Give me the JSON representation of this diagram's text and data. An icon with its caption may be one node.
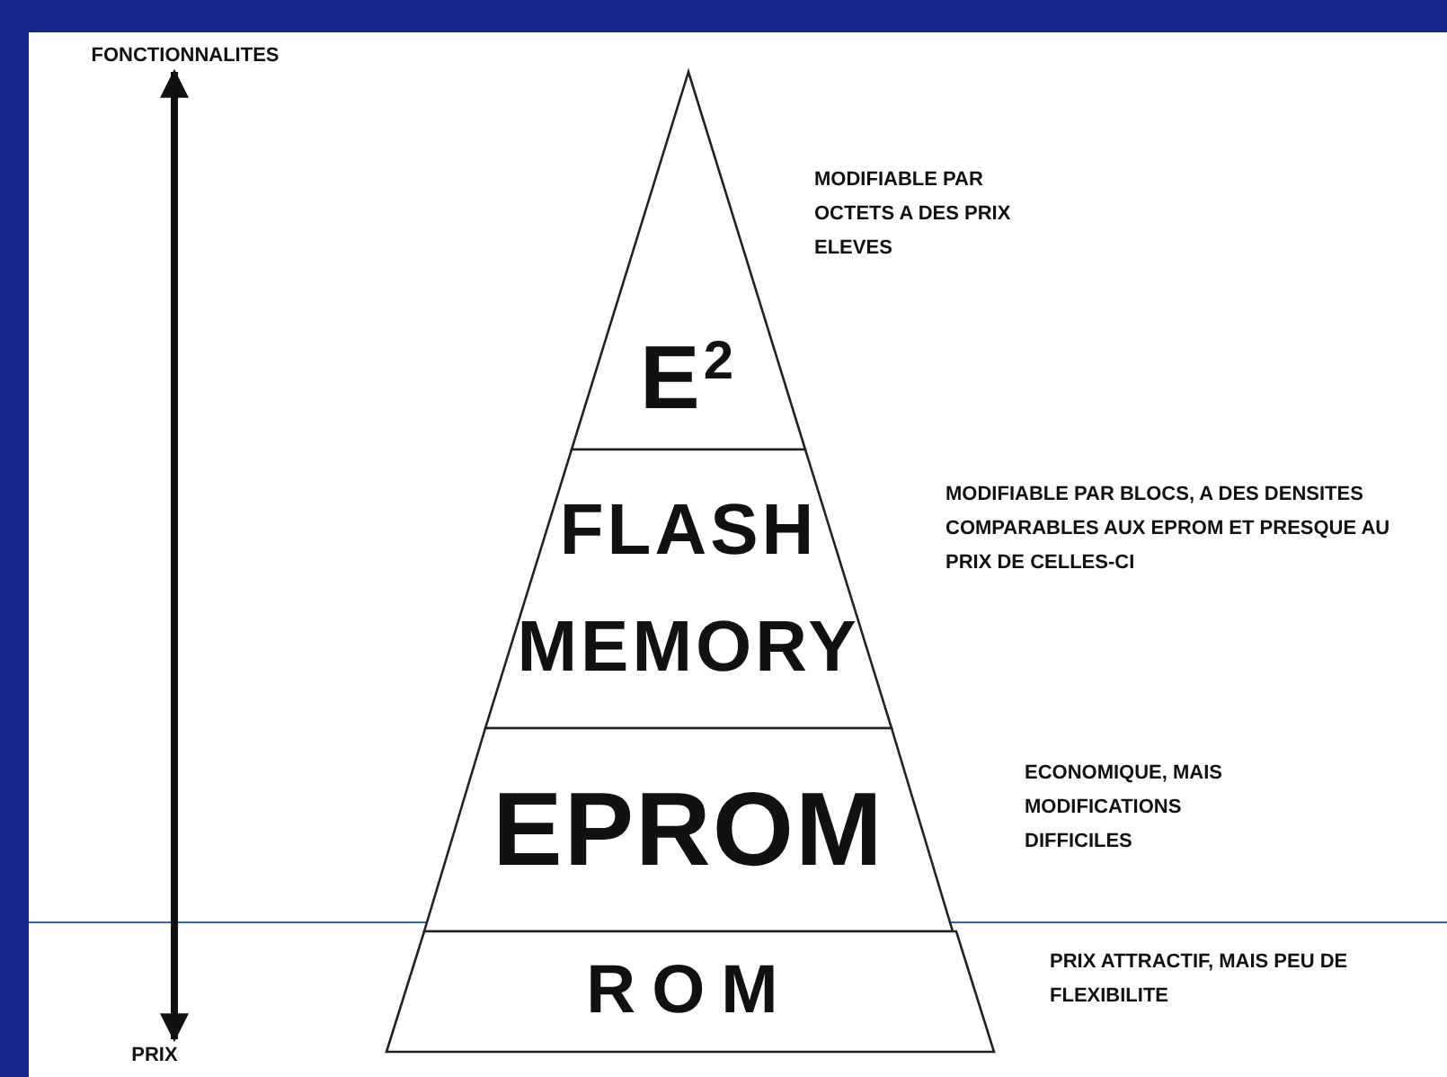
{
  "diagram": {
    "nodes": [
      {
        "text": [
          "E$^{2}$"
        ],
        "beside": [
          "MODIFIABLE PAR OCTETS A DES PRIX ELEVES"
        ]
      },
      {
        "text": [
          "FLASH MEMORY"
        ],
        "beside": [
          "MODIFIABLE PAR BLOCS, A DES DENSITES COMPARABLES AUX EPROM ET PRESQUE AU PRIX DE CELLES-CI"
        ]
      },
      {
        "text": [
          "EPROM"
        ],
        "beside": [
          "ECONOMIQUE, MAIS MODIFICATIONS DIFFICILES"
        ]
      },
      {
        "text": [
          "ROM"
        ],
        "beside": [
          "PRIX ATTRACTIF, MAIS PEU DE FLEXIBILITE"
        ]
      },
      {
        "text": [
          "FONCTIONNALITES"
        ]
      },
      {
        "text": [
          "PRIX"
        ]
      }
    ],
    "edges": [
      {
        "from": 4,
        "to": 5,
        "arrow": "both"
      }
    ]
  }
}
